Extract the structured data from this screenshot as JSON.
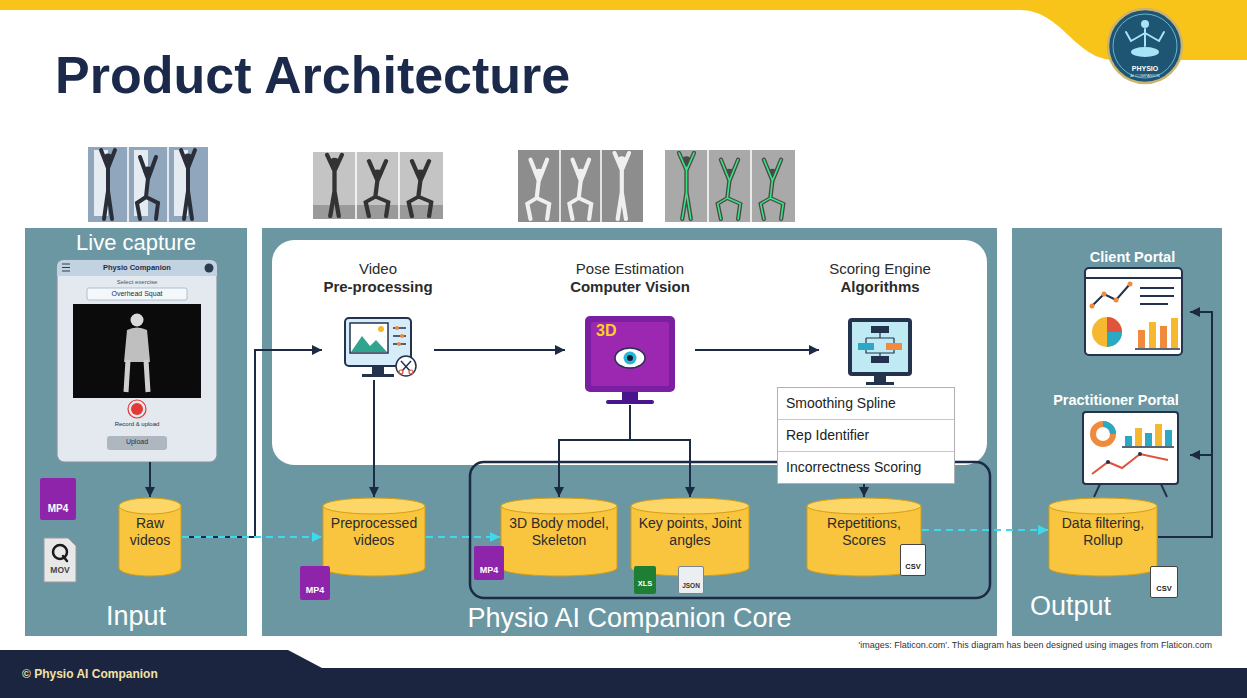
{
  "diagram": {
    "title": "Product Architecture",
    "nodes": [
      {
        "text": [
          "Live capture",
          "Input"
        ]
      },
      {
        "text": [
          "Physio Companion",
          "Select exercise",
          "Overhead Squat",
          "Record & upload",
          "Upload"
        ],
        "in": 0
      },
      {
        "text": [
          "Raw videos"
        ],
        "in": 0
      },
      {
        "text": [
          "Physio AI Companion Core"
        ]
      },
      {
        "text": [
          "Video",
          "Pre-processing"
        ],
        "in": 3
      },
      {
        "text": [
          "Pose Estimation",
          "Computer Vision",
          "3D"
        ],
        "in": 3
      },
      {
        "text": [
          "Scoring Engine",
          "Algorithms"
        ],
        "in": 3
      },
      {
        "text": [
          "Smoothing Spline",
          "Rep Identifier",
          "Incorrectness Scoring"
        ],
        "in": 3
      },
      {
        "text": [
          "Preprocessed videos"
        ],
        "in": 3
      },
      {
        "text": [
          "3D Body model, Skeleton"
        ],
        "in": 3
      },
      {
        "text": [
          "Key points, Joint angles"
        ],
        "in": 3
      },
      {
        "text": [
          "Repetitions, Scores"
        ],
        "in": 3
      },
      {
        "text": [
          "Output"
        ]
      },
      {
        "text": [
          "Client Portal"
        ],
        "in": 12
      },
      {
        "text": [
          "Practitioner Portal"
        ],
        "in": 12
      },
      {
        "text": [
          "Data filtering, Rollup"
        ],
        "in": 12
      }
    ],
    "edges": [
      {
        "from": 1,
        "to": 2,
        "arrow": "to"
      },
      {
        "from": 2,
        "to": 4,
        "arrow": "to"
      },
      {
        "from": 2,
        "to": 8,
        "arrow": "to"
      },
      {
        "from": 4,
        "to": 8,
        "arrow": "to"
      },
      {
        "from": 4,
        "to": 5,
        "arrow": "to"
      },
      {
        "from": 5,
        "to": 6,
        "arrow": "to"
      },
      {
        "from": 5,
        "to": 9,
        "arrow": "to"
      },
      {
        "from": 5,
        "to": 10,
        "arrow": "to"
      },
      {
        "from": 7,
        "to": 11,
        "arrow": "to"
      },
      {
        "from": 8,
        "to": 9,
        "arrow": "to"
      },
      {
        "from": 11,
        "to": 15,
        "arrow": "to"
      },
      {
        "from": 15,
        "to": 13,
        "arrow": "to"
      },
      {
        "from": 15,
        "to": 14,
        "arrow": "to"
      }
    ],
    "labels": [
      "PHYSIO",
      "AI COMPANION",
      "MP4",
      "MOV",
      "MP4",
      "MP4",
      "XLS",
      "JSON",
      "CSV",
      "CSV",
      "'images: Flaticon.com'. This diagram has been designed using images from Flaticon.com",
      "© Physio AI Companion"
    ]
  }
}
